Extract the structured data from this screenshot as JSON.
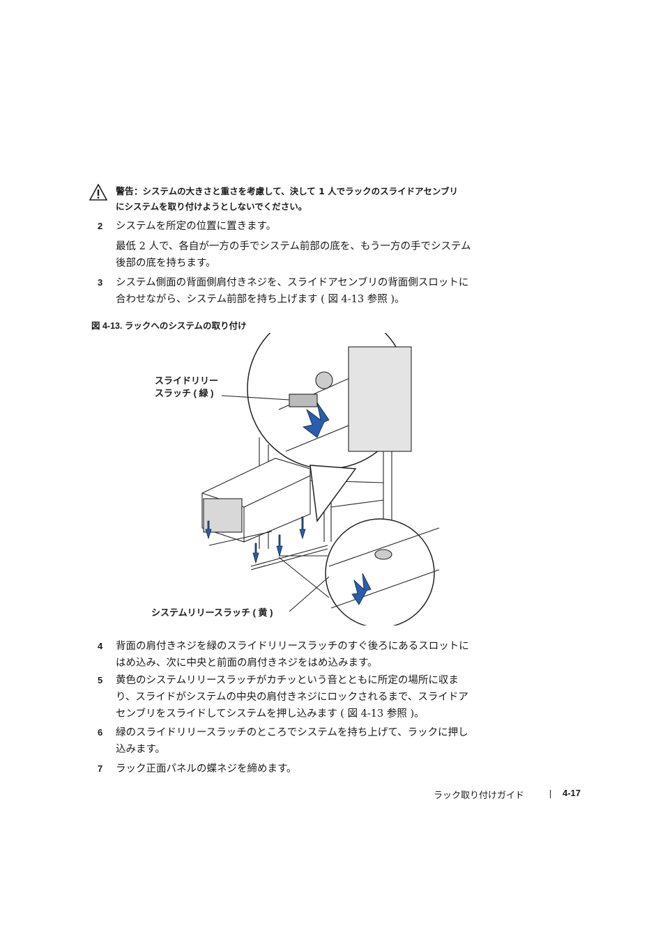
{
  "warning": {
    "label": "警告",
    "text_line1": "：システムの大きさと重さを考慮して、決して 1 人でラックのスライドアセンブリ",
    "text_line2": "にシステムを取り付けようとしないでください。"
  },
  "steps": [
    {
      "num": "2",
      "text": "システムを所定の位置に置きます。"
    },
    {
      "num": "3",
      "text_line1": "システム側面の背面側肩付きネジを、スライドアセンブリの背面側スロットに",
      "text_line2": "合わせながら、システム前部を持ち上げます ( 図 4-13 参照 )。"
    },
    {
      "num": "4",
      "text_line1": "背面の肩付きネジを緑のスライドリリースラッチのすぐ後ろにあるスロットに",
      "text_line2": "はめ込み、次に中央と前面の肩付きネジをはめ込みます。"
    },
    {
      "num": "5",
      "text_line1": "黄色のシステムリリースラッチがカチッという音とともに所定の場所に収ま",
      "text_line2": "り、スライドがシステムの中央の肩付きネジにロックされるまで、スライドア",
      "text_line3": "センブリをスライドしてシステムを押し込みます ( 図 4-13 参照 )。"
    },
    {
      "num": "6",
      "text_line1": "緑のスライドリリースラッチのところでシステムを持ち上げて、ラックに押し",
      "text_line2": "込みます。"
    },
    {
      "num": "7",
      "text": "ラック正面パネルの蝶ネジを締めます。"
    }
  ],
  "step2_note": {
    "line1": "最低 2 人で、各自が一方の手でシステム前部の底を、もう一方の手でシステム",
    "line2": "後部の底を持ちます。"
  },
  "figure": {
    "caption": "図 4-13. ラックへのシステムの取り付け",
    "callout_top_line1": "スライドリリー",
    "callout_top_line2": "スラッチ ( 緑 )",
    "callout_bottom": "システムリリースラッチ ( 黄 )"
  },
  "footer": {
    "title": "ラック取り付けガイド",
    "page": "4-17"
  },
  "colors": {
    "arrow_blue": "#2a5db0",
    "line_art": "#222222"
  }
}
